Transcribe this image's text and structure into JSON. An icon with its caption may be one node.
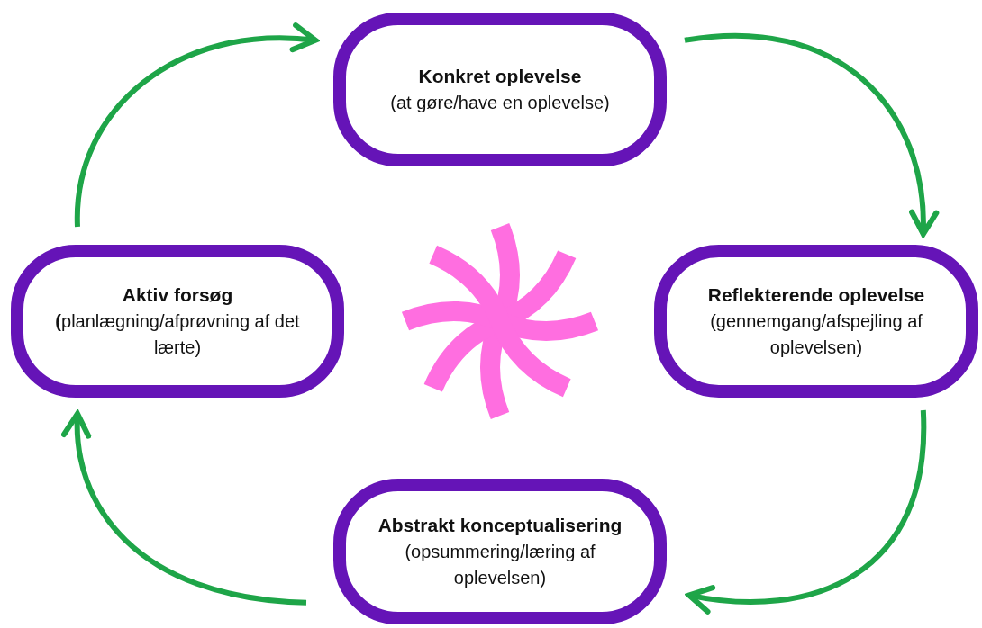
{
  "diagram": {
    "nodes": [
      {
        "text": [
          "Konkret oplevelse",
          "(at gøre/have en oplevelse)"
        ]
      },
      {
        "text": [
          "Aktiv forsøg",
          "**(**planlægning/afprøvning af det lærte)"
        ]
      },
      {
        "text": [
          "Reflekterende oplevelse",
          "(gennemgang/afspejling af oplevelsen)"
        ]
      },
      {
        "text": [
          "Abstrakt konceptualisering",
          "(opsummering/læring af oplevelsen)"
        ]
      }
    ],
    "edges": [
      {
        "from": 0,
        "to": 2,
        "arrow": "to"
      },
      {
        "from": 2,
        "to": 3,
        "arrow": "to"
      },
      {
        "from": 3,
        "to": 1,
        "arrow": "to"
      },
      {
        "from": 1,
        "to": 0,
        "arrow": "to"
      }
    ]
  }
}
